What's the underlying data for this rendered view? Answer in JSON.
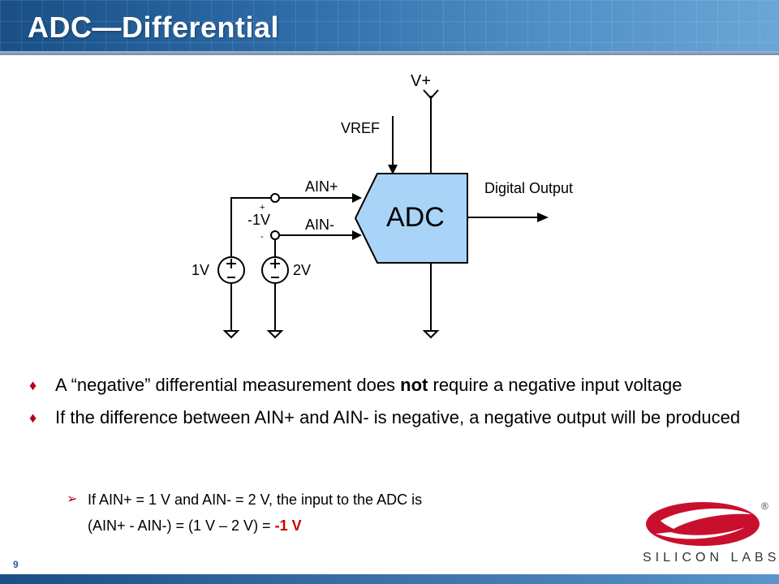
{
  "header": {
    "title": "ADC—Differential"
  },
  "diagram": {
    "vplus": "V+",
    "vref": "VREF",
    "ain_plus": "AIN+",
    "ain_minus": "AIN-",
    "adc": "ADC",
    "digital_output": "Digital Output",
    "diff_voltage": "-1V",
    "plus_sign": "+",
    "minus_sign": "-",
    "source_left": "1V",
    "source_right": "2V"
  },
  "bullets": {
    "b1_pre": "A “negative” differential measurement does ",
    "b1_bold": "not",
    "b1_post": " require a negative input voltage",
    "b2": "If the difference between AIN+ and AIN- is negative, a negative output will be produced",
    "sub1": "If AIN+ = 1 V and AIN- = 2 V, the input to the ADC is",
    "sub2_pre": "(AIN+ - AIN-) = (1 V – 2 V) = ",
    "sub2_red": "-1 V"
  },
  "footer": {
    "page_number": "9",
    "logo_text": "SILICON LABS",
    "registered_mark": "®"
  },
  "colors": {
    "adc_fill": "#aad4f7",
    "bullet_mark": "#b3001b",
    "highlight_red": "#cc0000",
    "logo_red": "#c8102e"
  }
}
